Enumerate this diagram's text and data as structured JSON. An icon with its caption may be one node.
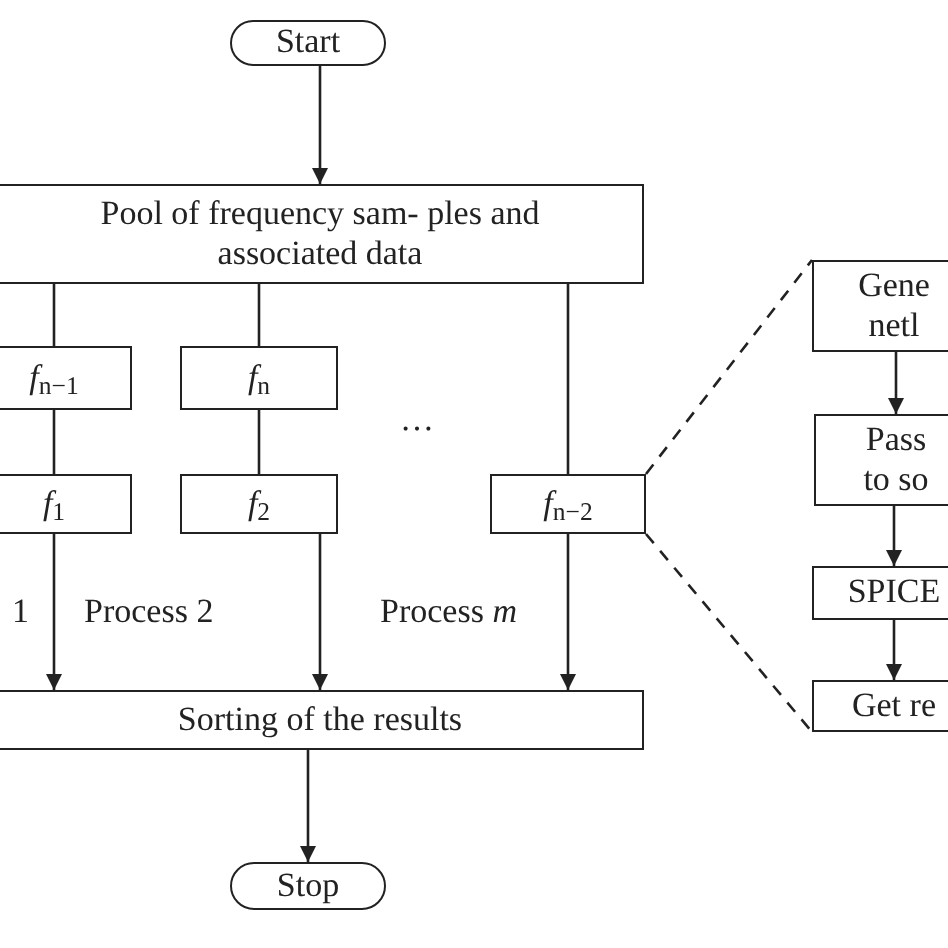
{
  "diagram": {
    "nodes": [
      {
        "text": [
          "Start"
        ]
      },
      {
        "text": [
          "Pool of frequency sam- ples and associated data"
        ]
      },
      {
        "text": [
          "*f*$_{n−1}$"
        ]
      },
      {
        "text": [
          "*f*$_{n}$"
        ]
      },
      {
        "text": [
          "*f*$_{1}$"
        ]
      },
      {
        "text": [
          "*f*$_{2}$"
        ]
      },
      {
        "text": [
          "*f*$_{n−2}$"
        ]
      },
      {
        "text": [
          "Sorting of the results"
        ]
      },
      {
        "text": [
          "Stop"
        ]
      },
      {
        "text": [
          "Gene netl"
        ]
      },
      {
        "text": [
          "Pass to so"
        ]
      },
      {
        "text": [
          "SPICE"
        ]
      },
      {
        "text": [
          "Get re"
        ]
      }
    ],
    "edges": [
      {
        "from": 0,
        "to": 1,
        "arrow": "to"
      },
      {
        "from": 1,
        "to": 2,
        "arrow": "none"
      },
      {
        "from": 2,
        "to": 4,
        "arrow": "none"
      },
      {
        "from": 4,
        "to": 7,
        "arrow": "to"
      },
      {
        "from": 1,
        "to": 3,
        "arrow": "none"
      },
      {
        "from": 3,
        "to": 5,
        "arrow": "none"
      },
      {
        "from": 5,
        "to": 7,
        "arrow": "to"
      },
      {
        "from": 1,
        "to": 6,
        "arrow": "none"
      },
      {
        "from": 6,
        "to": 7,
        "arrow": "to"
      },
      {
        "from": 7,
        "to": 8,
        "arrow": "to"
      },
      {
        "from": 6,
        "to": 9,
        "arrow": "none",
        "style": "dashed"
      },
      {
        "from": 6,
        "to": 12,
        "arrow": "none",
        "style": "dashed"
      },
      {
        "from": 9,
        "to": 10,
        "arrow": "to"
      },
      {
        "from": 10,
        "to": 11,
        "arrow": "to"
      },
      {
        "from": 11,
        "to": 12,
        "arrow": "to"
      }
    ],
    "labels": [
      "…",
      "1",
      "Process 2",
      "Process *m*"
    ]
  }
}
